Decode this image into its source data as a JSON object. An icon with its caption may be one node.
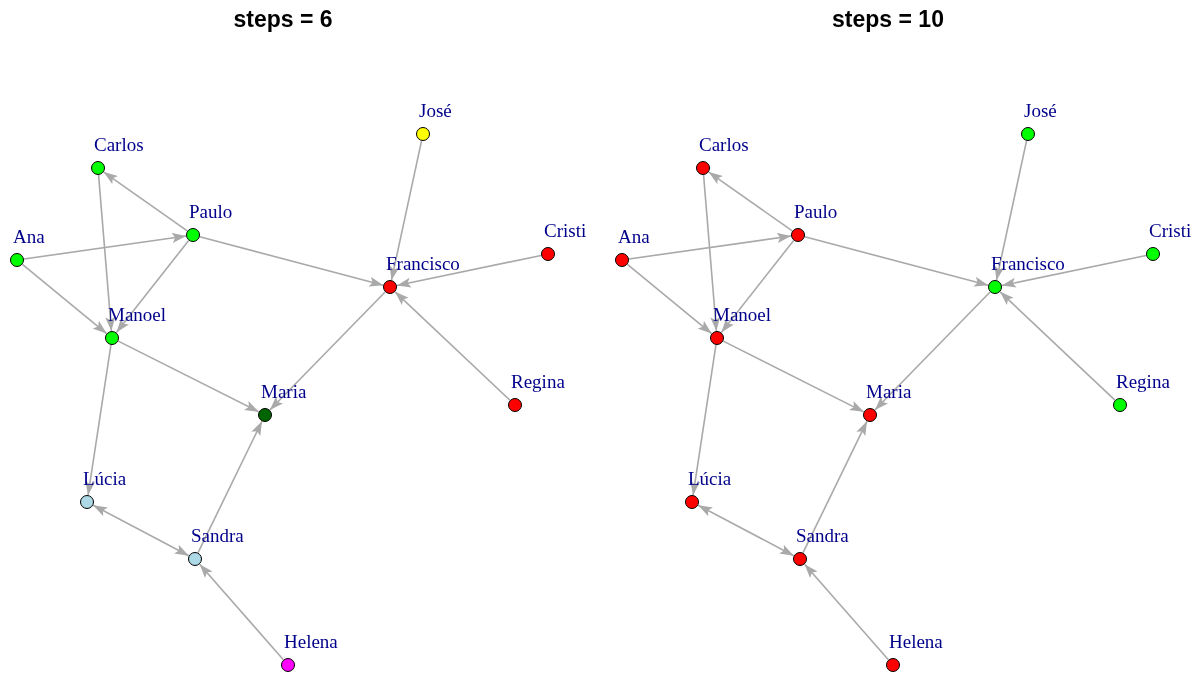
{
  "diagram": {
    "nodes": [
      {
        "text": [],
        "shape": "circle",
        "beside": [
          "José"
        ]
      },
      {
        "text": [],
        "shape": "circle",
        "beside": [
          "Carlos"
        ]
      },
      {
        "text": [],
        "shape": "circle",
        "beside": [
          "Paulo"
        ]
      },
      {
        "text": [],
        "shape": "circle",
        "beside": [
          "Cristi"
        ]
      },
      {
        "text": [],
        "shape": "circle",
        "beside": [
          "Ana"
        ]
      },
      {
        "text": [],
        "shape": "circle",
        "beside": [
          "Francisco"
        ]
      },
      {
        "text": [],
        "shape": "circle",
        "beside": [
          "Manoel"
        ]
      },
      {
        "text": [],
        "shape": "circle",
        "beside": [
          "Regina"
        ]
      },
      {
        "text": [],
        "shape": "circle",
        "beside": [
          "Maria"
        ]
      },
      {
        "text": [],
        "shape": "circle",
        "beside": [
          "Lúcia"
        ]
      },
      {
        "text": [],
        "shape": "circle",
        "beside": [
          "Sandra"
        ]
      },
      {
        "text": [],
        "shape": "circle",
        "beside": [
          "Helena"
        ]
      },
      {
        "text": [],
        "shape": "circle",
        "beside": [
          "José"
        ]
      },
      {
        "text": [],
        "shape": "circle",
        "beside": [
          "Carlos"
        ]
      },
      {
        "text": [],
        "shape": "circle",
        "beside": [
          "Paulo"
        ]
      },
      {
        "text": [],
        "shape": "circle",
        "beside": [
          "Cristi"
        ]
      },
      {
        "text": [],
        "shape": "circle",
        "beside": [
          "Ana"
        ]
      },
      {
        "text": [],
        "shape": "circle",
        "beside": [
          "Francisco"
        ]
      },
      {
        "text": [],
        "shape": "circle",
        "beside": [
          "Manoel"
        ]
      },
      {
        "text": [],
        "shape": "circle",
        "beside": [
          "Regina"
        ]
      },
      {
        "text": [],
        "shape": "circle",
        "beside": [
          "Maria"
        ]
      },
      {
        "text": [],
        "shape": "circle",
        "beside": [
          "Lúcia"
        ]
      },
      {
        "text": [],
        "shape": "circle",
        "beside": [
          "Sandra"
        ]
      },
      {
        "text": [],
        "shape": "circle",
        "beside": [
          "Helena"
        ]
      }
    ],
    "edges": [
      {
        "from": 2,
        "to": 1,
        "arrow": "to"
      },
      {
        "from": 1,
        "to": 6,
        "arrow": "to"
      },
      {
        "from": 4,
        "to": 2,
        "arrow": "to"
      },
      {
        "from": 4,
        "to": 6,
        "arrow": "to"
      },
      {
        "from": 2,
        "to": 6,
        "arrow": "to"
      },
      {
        "from": 2,
        "to": 5,
        "arrow": "to"
      },
      {
        "from": 0,
        "to": 5,
        "arrow": "to"
      },
      {
        "from": 3,
        "to": 5,
        "arrow": "to"
      },
      {
        "from": 7,
        "to": 5,
        "arrow": "to"
      },
      {
        "from": 5,
        "to": 8,
        "arrow": "to"
      },
      {
        "from": 6,
        "to": 8,
        "arrow": "to"
      },
      {
        "from": 6,
        "to": 9,
        "arrow": "to"
      },
      {
        "from": 9,
        "to": 10,
        "arrow": "both"
      },
      {
        "from": 10,
        "to": 8,
        "arrow": "to"
      },
      {
        "from": 11,
        "to": 10,
        "arrow": "to"
      },
      {
        "from": 14,
        "to": 13,
        "arrow": "to"
      },
      {
        "from": 13,
        "to": 18,
        "arrow": "to"
      },
      {
        "from": 16,
        "to": 14,
        "arrow": "to"
      },
      {
        "from": 16,
        "to": 18,
        "arrow": "to"
      },
      {
        "from": 14,
        "to": 18,
        "arrow": "to"
      },
      {
        "from": 14,
        "to": 17,
        "arrow": "to"
      },
      {
        "from": 12,
        "to": 17,
        "arrow": "to"
      },
      {
        "from": 15,
        "to": 17,
        "arrow": "to"
      },
      {
        "from": 19,
        "to": 17,
        "arrow": "to"
      },
      {
        "from": 17,
        "to": 20,
        "arrow": "to"
      },
      {
        "from": 18,
        "to": 20,
        "arrow": "to"
      },
      {
        "from": 18,
        "to": 21,
        "arrow": "to"
      },
      {
        "from": 21,
        "to": 22,
        "arrow": "both"
      },
      {
        "from": 22,
        "to": 20,
        "arrow": "to"
      },
      {
        "from": 23,
        "to": 22,
        "arrow": "to"
      }
    ],
    "labels": [
      "steps = 6",
      "steps = 10"
    ]
  }
}
